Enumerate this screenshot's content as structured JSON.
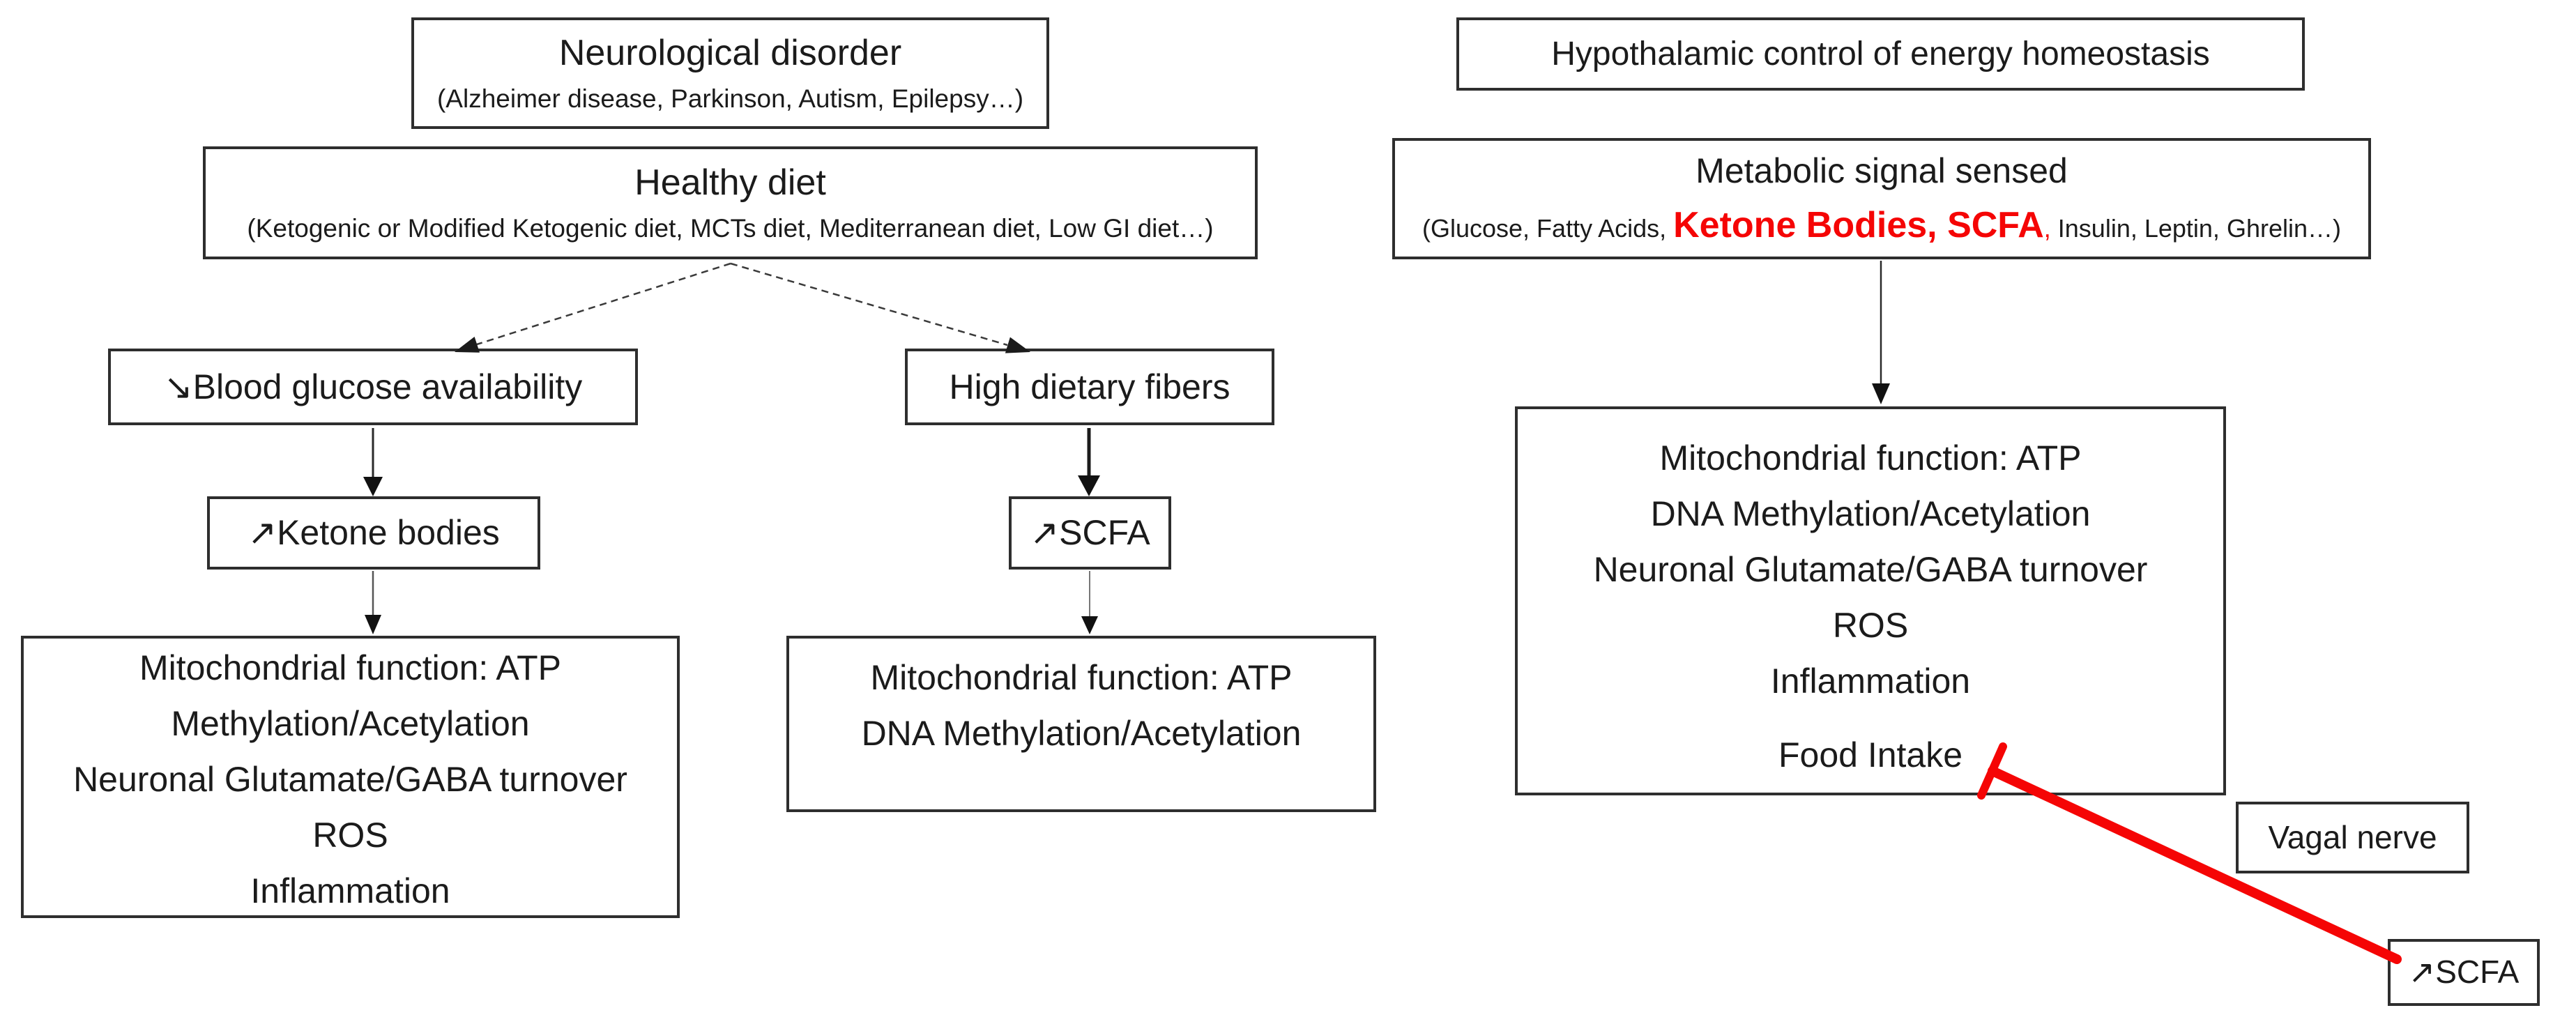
{
  "colors": {
    "accent_red": "#f50505",
    "border": "#2e2e2e",
    "text": "#1b1b1b",
    "connector": "#3a3a3a"
  },
  "left_flow": {
    "neurological": {
      "title": "Neurological disorder",
      "subtitle": "(Alzheimer disease, Parkinson, Autism, Epilepsy…)"
    },
    "healthy_diet": {
      "title": "Healthy diet",
      "subtitle": "(Ketogenic or Modified Ketogenic diet, MCTs diet, Mediterranean diet, Low GI diet…)"
    },
    "blood_glucose": {
      "label": "↘Blood glucose availability"
    },
    "ketone_bodies": {
      "label": "↗Ketone bodies"
    },
    "ketone_outcomes": {
      "lines": [
        "Mitochondrial function: ATP",
        "Methylation/Acetylation",
        "Neuronal Glutamate/GABA turnover",
        "ROS",
        "Inflammation"
      ]
    },
    "high_fibers": {
      "label": "High dietary fibers"
    },
    "scfa": {
      "label": "↗SCFA"
    },
    "scfa_outcomes": {
      "lines": [
        "Mitochondrial function: ATP",
        "DNA Methylation/Acetylation"
      ]
    }
  },
  "right_flow": {
    "hypothalamic": {
      "title": "Hypothalamic control of energy homeostasis"
    },
    "metabolic": {
      "title": "Metabolic signal sensed",
      "seg_pre": "(Glucose, Fatty Acids, ",
      "seg_red": "Ketone Bodies, SCFA",
      "seg_red_comma": ",",
      "seg_post": " Insulin, Leptin, Ghrelin…)"
    },
    "hypothalamic_outcomes": {
      "lines": [
        "Mitochondrial function: ATP",
        "DNA Methylation/Acetylation",
        "Neuronal Glutamate/GABA turnover",
        "ROS",
        "Inflammation"
      ],
      "food_intake": "Food Intake"
    },
    "vagal_nerve": {
      "label": "Vagal nerve"
    },
    "scfa_gut": {
      "label": "↗SCFA"
    }
  }
}
